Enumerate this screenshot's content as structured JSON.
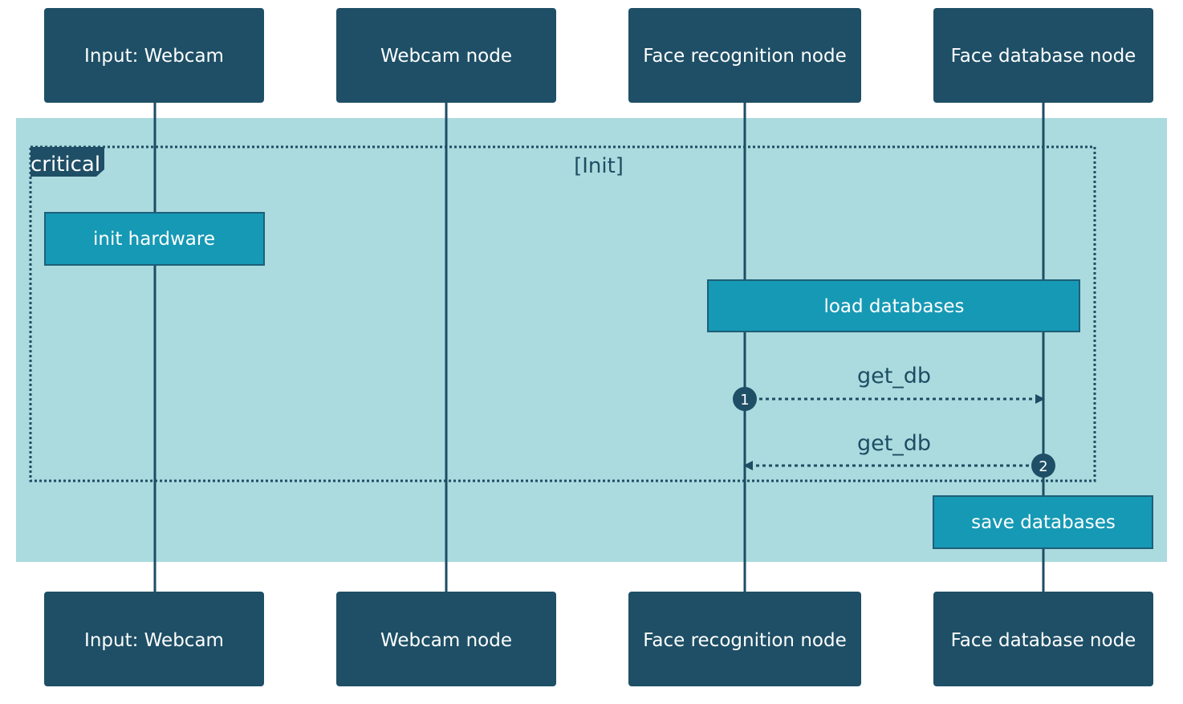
{
  "colors": {
    "actor_fill": "#1e4f66",
    "lifeline": "#1e4d63",
    "rect_bg": "#abdbdf",
    "note_fill": "#1699b5",
    "note_stroke": "#1e5f78",
    "message": "#1e4d63"
  },
  "actors": [
    {
      "id": "webcam_input",
      "label": "Input: Webcam"
    },
    {
      "id": "webcam_node",
      "label": "Webcam node"
    },
    {
      "id": "face_rec_node",
      "label": "Face recognition node"
    },
    {
      "id": "face_db_node",
      "label": "Face database node"
    }
  ],
  "critical": {
    "label": "critical",
    "condition": "[Init]"
  },
  "notes": [
    {
      "id": "init-hardware",
      "text": "init hardware"
    },
    {
      "id": "load-databases",
      "text": "load databases"
    },
    {
      "id": "save-databases",
      "text": "save databases"
    }
  ],
  "messages": [
    {
      "seq": "1",
      "from": "Face recognition node",
      "to": "Face database node",
      "text": "get_db",
      "style": "dashed"
    },
    {
      "seq": "2",
      "from": "Face database node",
      "to": "Face recognition node",
      "text": "get_db",
      "style": "dashed"
    }
  ]
}
